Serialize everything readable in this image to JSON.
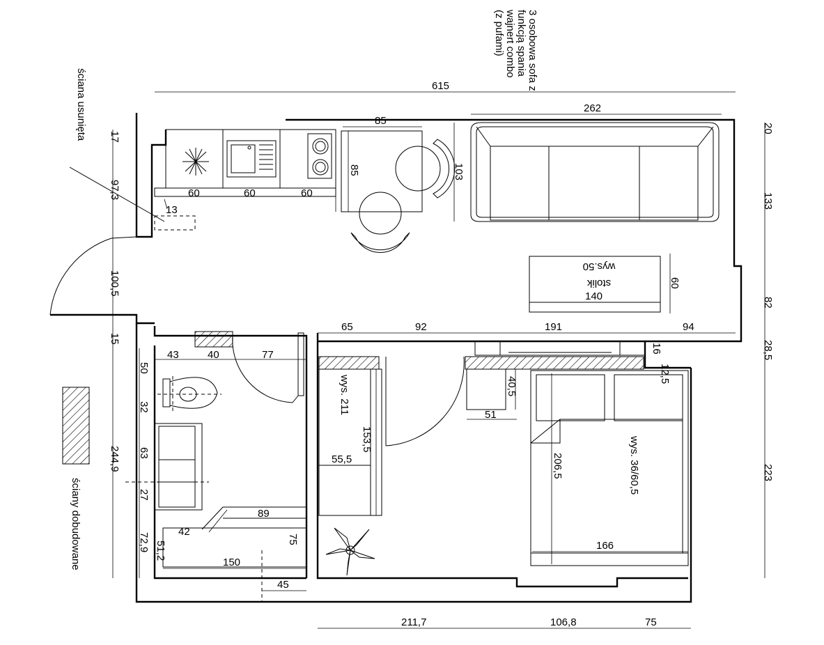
{
  "labels": {
    "sofa_note": [
      "3 osobowa sofa z",
      "funkcją spania",
      "wajnert combo",
      "(z pufami)"
    ],
    "wall_removed": "ściana usunięta",
    "walls_added": "ściany dobudowane",
    "coffee_table_name": "stolik",
    "coffee_table_height": "wys.50",
    "wardrobe_height": "wys. 211",
    "bed_height": "wys. 36/60,5"
  },
  "dimensions": {
    "total_width": "615",
    "sofa_len": "262",
    "table_w": "85",
    "table_d": "85",
    "sofa_depth": "103",
    "coffee_len": "140",
    "coffee_depth": "60",
    "kitchen_a": "60",
    "kitchen_b": "60",
    "kitchen_c": "60",
    "door_13": "13",
    "left_17": "17",
    "left_97_3": "97,3",
    "left_100_5": "100,5",
    "left_15": "15",
    "left_244_9": "244,9",
    "right_20": "20",
    "right_133": "133",
    "right_82": "82",
    "right_28_5": "28,5",
    "right_223": "223",
    "mid_65": "65",
    "mid_92": "92",
    "mid_191": "191",
    "mid_94": "94",
    "bath_43": "43",
    "bath_40": "40",
    "bath_77": "77",
    "bath_50": "50",
    "bath_32": "32",
    "bath_63": "63",
    "bath_27": "27",
    "bath_72_9": "72,9",
    "bath_42": "42",
    "bath_89": "89",
    "bath_51_2": "51,2",
    "bath_75": "75",
    "bath_150": "150",
    "bath_45": "45",
    "wardrobe_153_5": "153,5",
    "wardrobe_55_5": "55,5",
    "cab_40_5": "40,5",
    "cab_51": "51",
    "win_16": "16",
    "win_12_5": "12,5",
    "bed_206_5": "206,5",
    "bed_166": "166",
    "bottom_211_7": "211,7",
    "bottom_106_8": "106,8",
    "bottom_75": "75"
  }
}
